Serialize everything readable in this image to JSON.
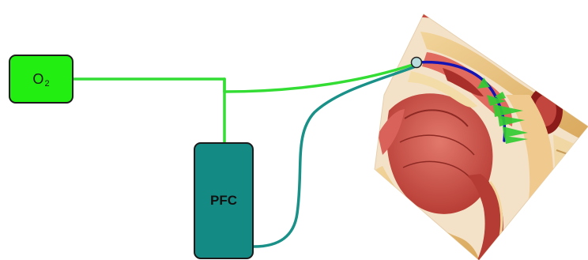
{
  "oxygen_source": {
    "symbol": "O",
    "subscript": "2"
  },
  "pfc_reservoir": {
    "label": "PFC"
  },
  "colors": {
    "oxygen_line": "#33dd33",
    "pfc_line": "#1a9188",
    "airway_catheter": "#1414b4",
    "flow_arrows": "#33cc33",
    "o2_box_fill": "#22ee11",
    "pfc_box_fill": "#148a84",
    "junction_node": "#b9dcdc"
  },
  "icons": {
    "anatomy": "head-sagittal-section-illustration",
    "flow": "oxygen-flow-arrows"
  }
}
